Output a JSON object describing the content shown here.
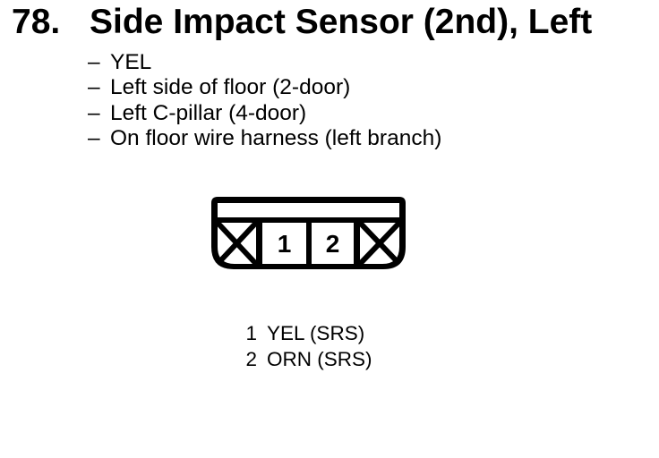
{
  "colors": {
    "ink": "#000000",
    "paper": "#ffffff"
  },
  "heading": {
    "number": "78.",
    "title": "Side Impact Sensor (2nd), Left"
  },
  "bullets": {
    "dash": "–",
    "items": [
      "YEL",
      "Left side of floor (2-door)",
      "Left C-pillar (4-door)",
      "On floor wire harness (left branch)"
    ]
  },
  "connector": {
    "pin_labels": [
      "1",
      "2"
    ]
  },
  "legend": {
    "rows": [
      {
        "pin": "1",
        "wire": "YEL (SRS)"
      },
      {
        "pin": "2",
        "wire": "ORN (SRS)"
      }
    ]
  }
}
